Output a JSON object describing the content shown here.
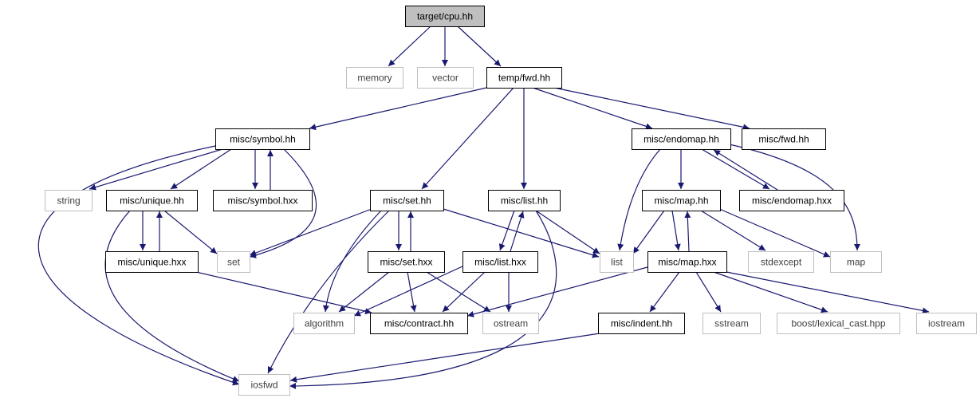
{
  "diagram": {
    "type": "include-dependency-graph",
    "colors": {
      "edge": "#191970",
      "root_fill": "#bfbfbf",
      "local_border": "#000000",
      "system_border": "#bfbfbf"
    },
    "nodes": [
      {
        "id": "cpu_hh",
        "label": "target/cpu.hh",
        "kind": "root"
      },
      {
        "id": "memory",
        "label": "memory",
        "kind": "system"
      },
      {
        "id": "vector",
        "label": "vector",
        "kind": "system"
      },
      {
        "id": "temp_fwd",
        "label": "temp/fwd.hh",
        "kind": "local"
      },
      {
        "id": "symbol_hh",
        "label": "misc/symbol.hh",
        "kind": "local"
      },
      {
        "id": "endomap_hh",
        "label": "misc/endomap.hh",
        "kind": "local"
      },
      {
        "id": "misc_fwd",
        "label": "misc/fwd.hh",
        "kind": "local"
      },
      {
        "id": "string",
        "label": "string",
        "kind": "system"
      },
      {
        "id": "unique_hh",
        "label": "misc/unique.hh",
        "kind": "local"
      },
      {
        "id": "symbol_hxx",
        "label": "misc/symbol.hxx",
        "kind": "local"
      },
      {
        "id": "set_hh",
        "label": "misc/set.hh",
        "kind": "local"
      },
      {
        "id": "list_hh",
        "label": "misc/list.hh",
        "kind": "local"
      },
      {
        "id": "map_hh",
        "label": "misc/map.hh",
        "kind": "local"
      },
      {
        "id": "endomap_hxx",
        "label": "misc/endomap.hxx",
        "kind": "local"
      },
      {
        "id": "unique_hxx",
        "label": "misc/unique.hxx",
        "kind": "local"
      },
      {
        "id": "set",
        "label": "set",
        "kind": "system"
      },
      {
        "id": "set_hxx",
        "label": "misc/set.hxx",
        "kind": "local"
      },
      {
        "id": "list_hxx",
        "label": "misc/list.hxx",
        "kind": "local"
      },
      {
        "id": "list",
        "label": "list",
        "kind": "system"
      },
      {
        "id": "map_hxx",
        "label": "misc/map.hxx",
        "kind": "local"
      },
      {
        "id": "stdexcept",
        "label": "stdexcept",
        "kind": "system"
      },
      {
        "id": "map",
        "label": "map",
        "kind": "system"
      },
      {
        "id": "algorithm",
        "label": "algorithm",
        "kind": "system"
      },
      {
        "id": "contract_hh",
        "label": "misc/contract.hh",
        "kind": "local"
      },
      {
        "id": "ostream",
        "label": "ostream",
        "kind": "system"
      },
      {
        "id": "indent_hh",
        "label": "misc/indent.hh",
        "kind": "local"
      },
      {
        "id": "sstream",
        "label": "sstream",
        "kind": "system"
      },
      {
        "id": "lexical_cast",
        "label": "boost/lexical_cast.hpp",
        "kind": "system"
      },
      {
        "id": "iostream",
        "label": "iostream",
        "kind": "system"
      },
      {
        "id": "iosfwd",
        "label": "iosfwd",
        "kind": "system"
      }
    ],
    "edges": [
      {
        "from": "cpu_hh",
        "to": "memory"
      },
      {
        "from": "cpu_hh",
        "to": "vector"
      },
      {
        "from": "cpu_hh",
        "to": "temp_fwd"
      },
      {
        "from": "temp_fwd",
        "to": "symbol_hh"
      },
      {
        "from": "temp_fwd",
        "to": "set_hh"
      },
      {
        "from": "temp_fwd",
        "to": "list_hh"
      },
      {
        "from": "temp_fwd",
        "to": "endomap_hh"
      },
      {
        "from": "temp_fwd",
        "to": "misc_fwd"
      },
      {
        "from": "symbol_hh",
        "to": "iosfwd"
      },
      {
        "from": "symbol_hh",
        "to": "string"
      },
      {
        "from": "symbol_hh",
        "to": "unique_hh"
      },
      {
        "from": "symbol_hh",
        "to": "symbol_hxx"
      },
      {
        "from": "symbol_hh",
        "to": "set"
      },
      {
        "from": "symbol_hxx",
        "to": "symbol_hh"
      },
      {
        "from": "unique_hh",
        "to": "iosfwd"
      },
      {
        "from": "unique_hh",
        "to": "unique_hxx"
      },
      {
        "from": "unique_hh",
        "to": "set"
      },
      {
        "from": "unique_hxx",
        "to": "unique_hh"
      },
      {
        "from": "unique_hxx",
        "to": "contract_hh"
      },
      {
        "from": "set_hh",
        "to": "set"
      },
      {
        "from": "set_hh",
        "to": "set_hxx"
      },
      {
        "from": "set_hh",
        "to": "list"
      },
      {
        "from": "set_hh",
        "to": "iosfwd"
      },
      {
        "from": "set_hh",
        "to": "algorithm"
      },
      {
        "from": "set_hxx",
        "to": "set_hh"
      },
      {
        "from": "set_hxx",
        "to": "algorithm"
      },
      {
        "from": "set_hxx",
        "to": "contract_hh"
      },
      {
        "from": "set_hxx",
        "to": "ostream"
      },
      {
        "from": "list_hh",
        "to": "list_hxx"
      },
      {
        "from": "list_hh",
        "to": "list"
      },
      {
        "from": "list_hh",
        "to": "iosfwd"
      },
      {
        "from": "list_hxx",
        "to": "list_hh"
      },
      {
        "from": "list_hxx",
        "to": "algorithm"
      },
      {
        "from": "list_hxx",
        "to": "contract_hh"
      },
      {
        "from": "list_hxx",
        "to": "ostream"
      },
      {
        "from": "endomap_hh",
        "to": "list"
      },
      {
        "from": "endomap_hh",
        "to": "map_hh"
      },
      {
        "from": "endomap_hh",
        "to": "endomap_hxx"
      },
      {
        "from": "endomap_hh",
        "to": "map"
      },
      {
        "from": "endomap_hxx",
        "to": "endomap_hh"
      },
      {
        "from": "map_hh",
        "to": "list"
      },
      {
        "from": "map_hh",
        "to": "map_hxx"
      },
      {
        "from": "map_hh",
        "to": "stdexcept"
      },
      {
        "from": "map_hh",
        "to": "map"
      },
      {
        "from": "map_hxx",
        "to": "map_hh"
      },
      {
        "from": "map_hxx",
        "to": "contract_hh"
      },
      {
        "from": "map_hxx",
        "to": "indent_hh"
      },
      {
        "from": "map_hxx",
        "to": "sstream"
      },
      {
        "from": "map_hxx",
        "to": "lexical_cast"
      },
      {
        "from": "map_hxx",
        "to": "iostream"
      },
      {
        "from": "indent_hh",
        "to": "iosfwd"
      }
    ]
  }
}
